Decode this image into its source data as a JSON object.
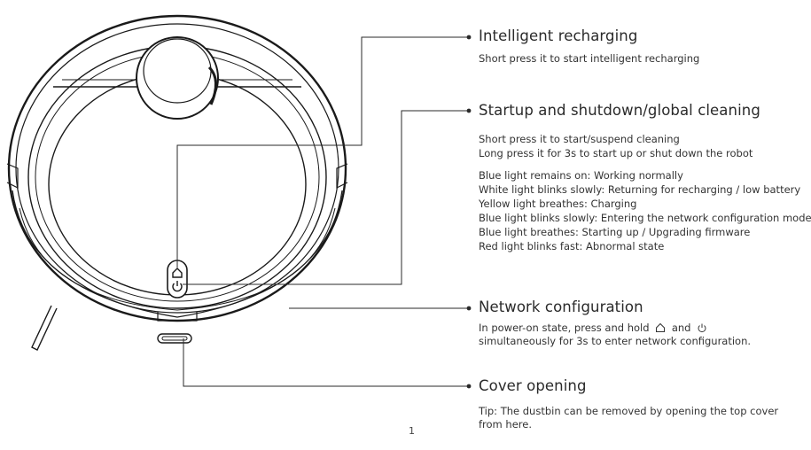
{
  "callouts": [
    {
      "title": "Intelligent recharging",
      "lines": [
        "Short press it to start intelligent recharging"
      ]
    },
    {
      "title": "Startup and shutdown/global cleaning",
      "lines": [
        "Short press it to start/suspend cleaning",
        "Long press it for 3s to start up or shut down the robot"
      ],
      "lights": [
        "Blue light remains on: Working normally",
        "White light blinks slowly: Returning for recharging / low battery",
        "Yellow light breathes: Charging",
        "Blue light blinks slowly: Entering the network configuration mode",
        "Blue light breathes: Starting up / Upgrading firmware",
        "Red light blinks fast: Abnormal state"
      ]
    },
    {
      "title": "Network configuration",
      "line1_a": "In power-on state, press and hold",
      "line1_b": "and",
      "line2": "simultaneously for 3s to enter network configuration."
    },
    {
      "title": "Cover opening",
      "lines": [
        "Tip: The dustbin can be removed by opening the top cover",
        "from here."
      ]
    }
  ],
  "icons": {
    "home": "home-icon",
    "power": "power-icon"
  },
  "page_number": "1"
}
